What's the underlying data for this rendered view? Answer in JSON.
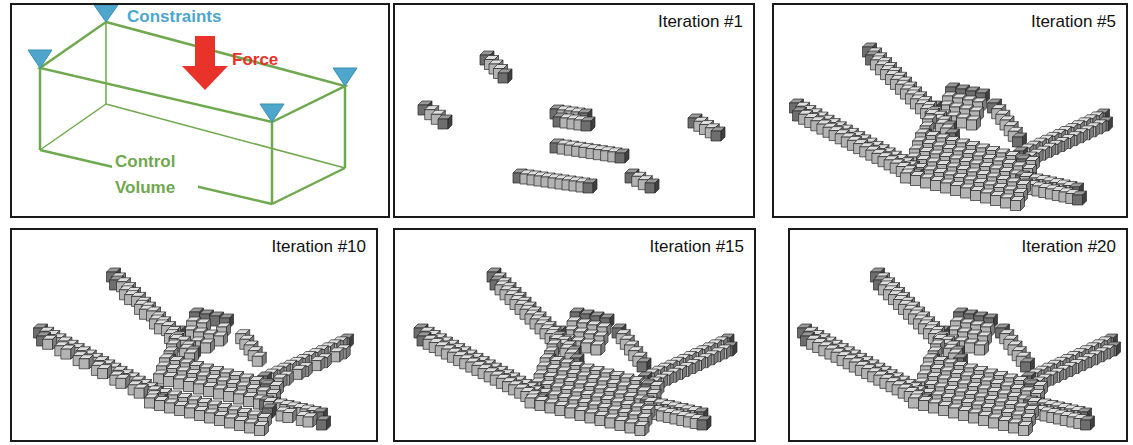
{
  "diagram": {
    "nodes": [
      {
        "text": [
          "Constraints",
          "Force",
          "Control Volume"
        ]
      },
      {
        "text": [
          "Iteration #1"
        ]
      },
      {
        "text": [
          "Iteration #5"
        ]
      },
      {
        "text": [
          "Iteration #10"
        ]
      },
      {
        "text": [
          "Iteration #15"
        ]
      },
      {
        "text": [
          "Iteration #20"
        ]
      }
    ]
  }
}
